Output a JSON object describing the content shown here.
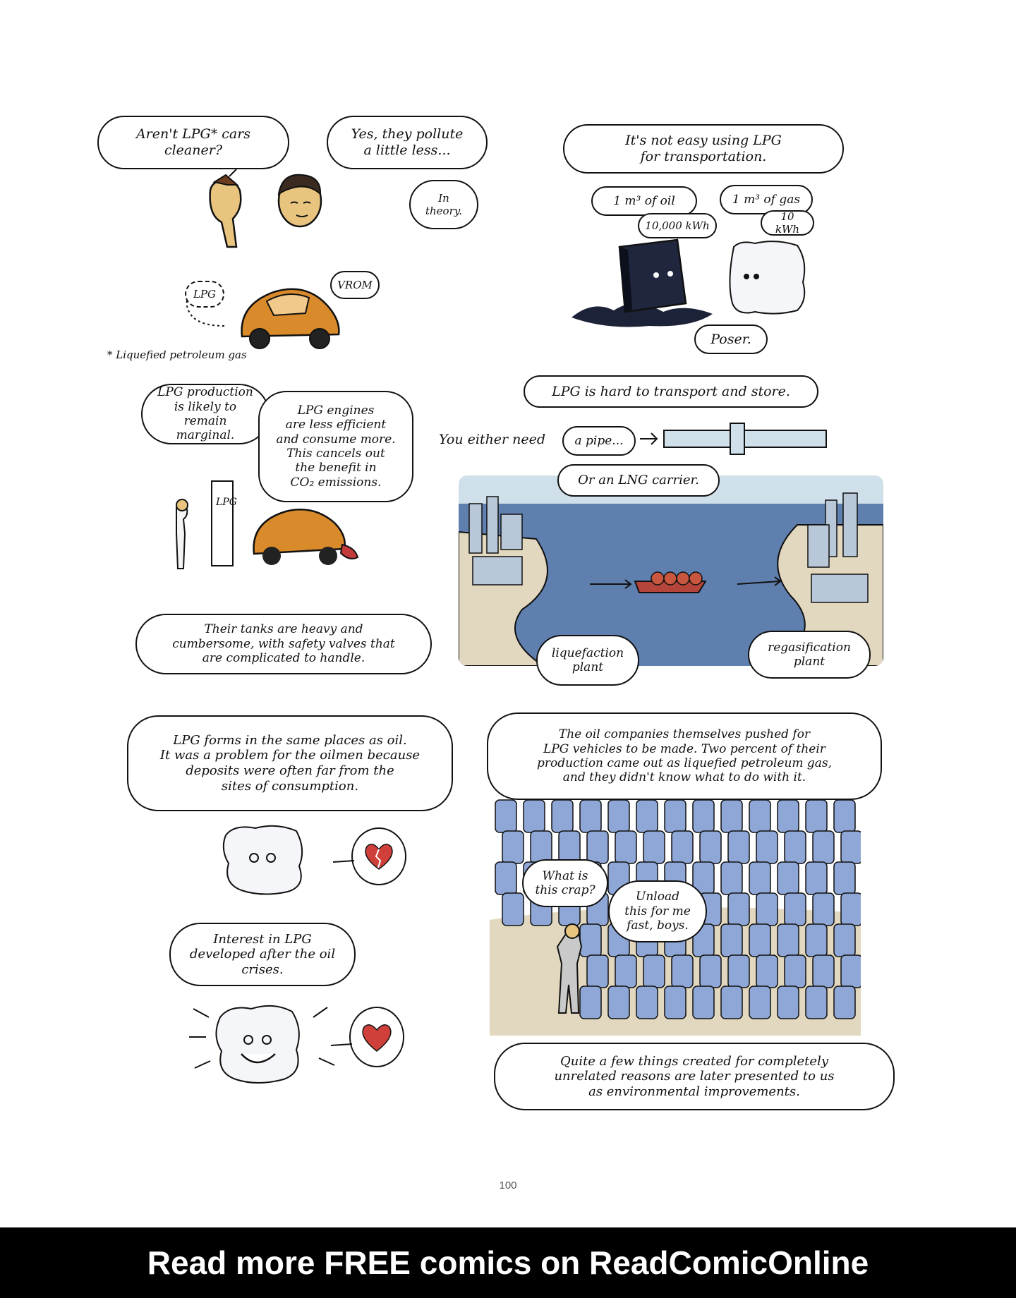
{
  "panel1": {
    "bubble_question": "Aren't LPG* cars\ncleaner?",
    "bubble_answer": "Yes, they pollute\na little less...",
    "bubble_theory": "In\ntheory.",
    "tank_label": "LPG",
    "car_sound": "VROM",
    "footnote": "* Liquefied petroleum gas"
  },
  "panel2": {
    "caption": "It's not easy using LPG\nfor transportation.",
    "oil_label": "1 m³ of oil",
    "oil_energy": "10,000 kWh",
    "gas_label": "1 m³ of gas",
    "gas_energy": "10 kWh",
    "poser": "Poser."
  },
  "panel3": {
    "bubble_production": "LPG production\nis likely to remain\nmarginal.",
    "bubble_engines": "LPG engines\nare less efficient\nand consume more.\nThis cancels out\nthe benefit in\nCO₂ emissions.",
    "pump_label": "LPG",
    "caption_tanks": "Their tanks are heavy and\ncumbersome, with safety valves that\nare complicated to handle."
  },
  "panel4": {
    "caption": "LPG is hard to transport and store.",
    "either_text": "You either need",
    "pipe_label": "a pipe...",
    "carrier_label": "Or an LNG carrier.",
    "liquefaction_label": "liquefaction\nplant",
    "regasification_label": "regasification\nplant"
  },
  "panel5": {
    "caption_forms": "LPG forms in the same places as oil.\nIt was a problem for the oilmen because\ndeposits were often far from the\nsites of consumption.",
    "caption_interest": "Interest in LPG\ndeveloped after the oil\ncrises."
  },
  "panel6": {
    "caption_companies": "The oil companies themselves pushed for\nLPG vehicles to be made. Two percent of their\nproduction came out as liquefied petroleum gas,\nand they didn't know what to do with it.",
    "bubble_what": "What is\nthis crap?",
    "bubble_unload": "Unload\nthis for me\nfast, boys.",
    "caption_quite": "Quite a few things created for completely\nunrelated reasons are later presented to us\nas environmental improvements."
  },
  "page_number": "100",
  "banner": "Read more FREE comics on ReadComicOnline",
  "colors": {
    "sea": "#5f7fae",
    "sky": "#cfe0ea",
    "sand": "#e2d8bf",
    "car": "#d98a2a",
    "barrel": "#8fa7d6",
    "heart": "#d0403a",
    "skin": "#e8c47f"
  }
}
